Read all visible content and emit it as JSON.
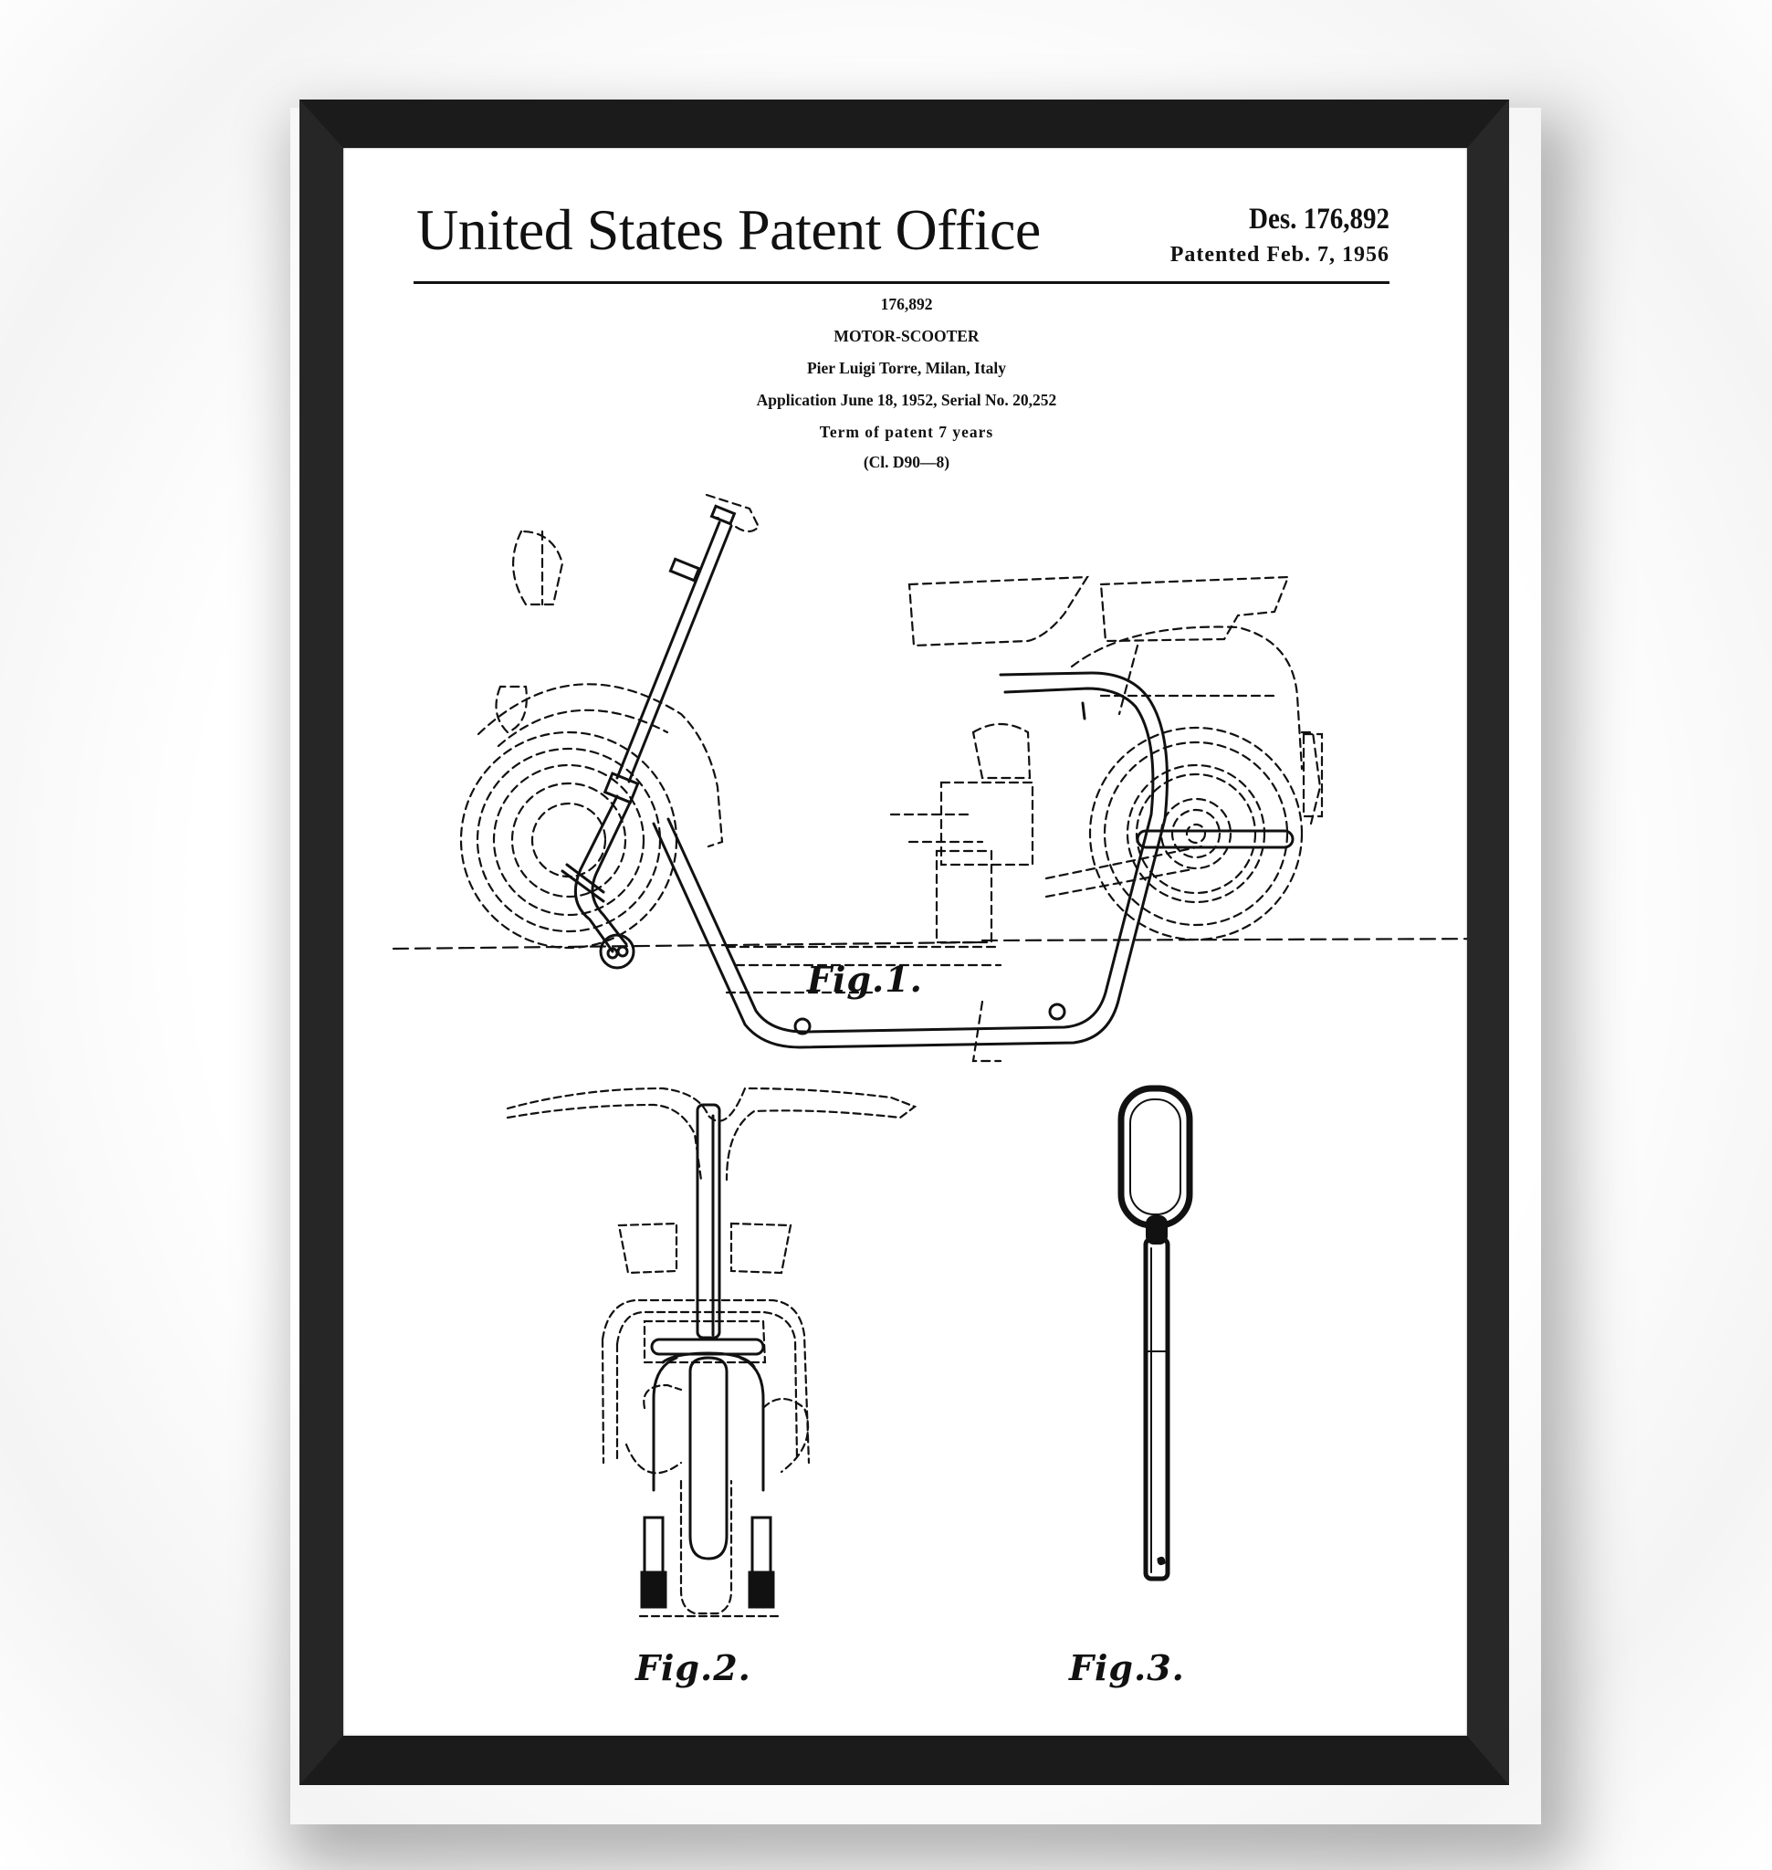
{
  "poster": {
    "header": {
      "office_title": "United States Patent Office",
      "design_number": "Des. 176,892",
      "patented_date": "Patented Feb. 7, 1956"
    },
    "metadata": {
      "patent_number": "176,892",
      "title": "MOTOR-SCOOTER",
      "inventor": "Pier Luigi Torre, Milan, Italy",
      "application": "Application June 18, 1952, Serial No. 20,252",
      "term": "Term of patent 7 years",
      "classification": "(Cl. D90—8)"
    },
    "figures": [
      {
        "label": "Fig.1.",
        "view": "side elevation of motor-scooter"
      },
      {
        "label": "Fig.2.",
        "view": "front elevation"
      },
      {
        "label": "Fig.3.",
        "view": "steering column detail"
      }
    ],
    "colors": {
      "frame": "#1b1b1b",
      "paper": "#ffffff",
      "ink": "#111111",
      "wall": "#ffffff"
    }
  }
}
